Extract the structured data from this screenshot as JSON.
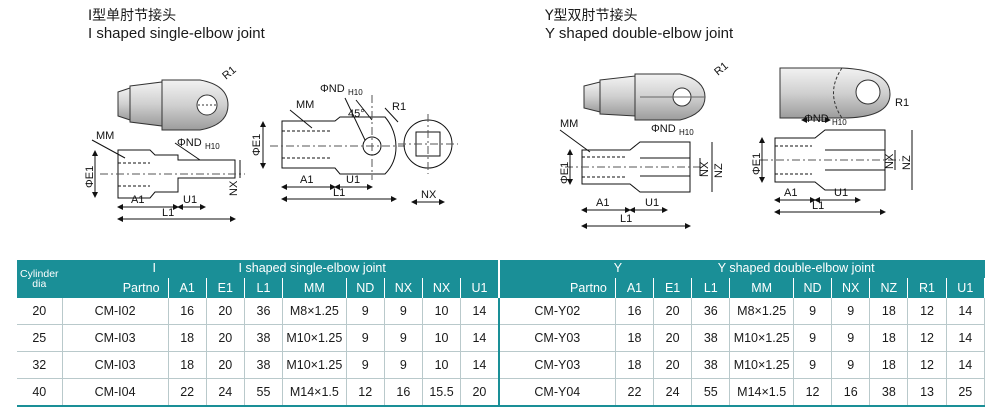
{
  "titles": {
    "i_cn": "I型单肘节接头",
    "i_en": "I shaped single-elbow joint",
    "y_cn": "Y型双肘节接头",
    "y_en": "Y shaped double-elbow joint"
  },
  "drawing_labels": {
    "r1": "R1",
    "mm": "MM",
    "nd": "ΦND",
    "nd_sub": "H10",
    "e1": "ΦE1",
    "a1": "A1",
    "u1": "U1",
    "l1": "L1",
    "nx": "NX",
    "nz": "NZ",
    "angle": "45°"
  },
  "table": {
    "cylinder_header": "Cylinder dia",
    "group_i_letter": "I",
    "group_i_name": "I shaped single-elbow joint",
    "group_y_letter": "Y",
    "group_y_name": "Y shaped double-elbow joint",
    "cols_i": [
      "Partno",
      "A1",
      "E1",
      "L1",
      "MM",
      "ND",
      "NX",
      "NX",
      "U1"
    ],
    "cols_y": [
      "Partno",
      "A1",
      "E1",
      "L1",
      "MM",
      "ND",
      "NX",
      "NZ",
      "R1",
      "U1"
    ],
    "rows": [
      {
        "dia": "20",
        "i": [
          "CM-I02",
          "16",
          "20",
          "36",
          "M8×1.25",
          "9",
          "9",
          "10",
          "14"
        ],
        "y": [
          "CM-Y02",
          "16",
          "20",
          "36",
          "M8×1.25",
          "9",
          "9",
          "18",
          "12",
          "14"
        ]
      },
      {
        "dia": "25",
        "i": [
          "CM-I03",
          "18",
          "20",
          "38",
          "M10×1.25",
          "9",
          "9",
          "10",
          "14"
        ],
        "y": [
          "CM-Y03",
          "18",
          "20",
          "38",
          "M10×1.25",
          "9",
          "9",
          "18",
          "12",
          "14"
        ]
      },
      {
        "dia": "32",
        "i": [
          "CM-I03",
          "18",
          "20",
          "38",
          "M10×1.25",
          "9",
          "9",
          "10",
          "14"
        ],
        "y": [
          "CM-Y03",
          "18",
          "20",
          "38",
          "M10×1.25",
          "9",
          "9",
          "18",
          "12",
          "14"
        ]
      },
      {
        "dia": "40",
        "i": [
          "CM-I04",
          "22",
          "24",
          "55",
          "M14×1.5",
          "12",
          "16",
          "15.5",
          "20"
        ],
        "y": [
          "CM-Y04",
          "22",
          "24",
          "55",
          "M14×1.5",
          "12",
          "16",
          "38",
          "13",
          "25"
        ]
      }
    ]
  },
  "colors": {
    "header_bg": "#1a8f97",
    "grid": "#b9c9cb",
    "metal": "#d6d6d6"
  }
}
